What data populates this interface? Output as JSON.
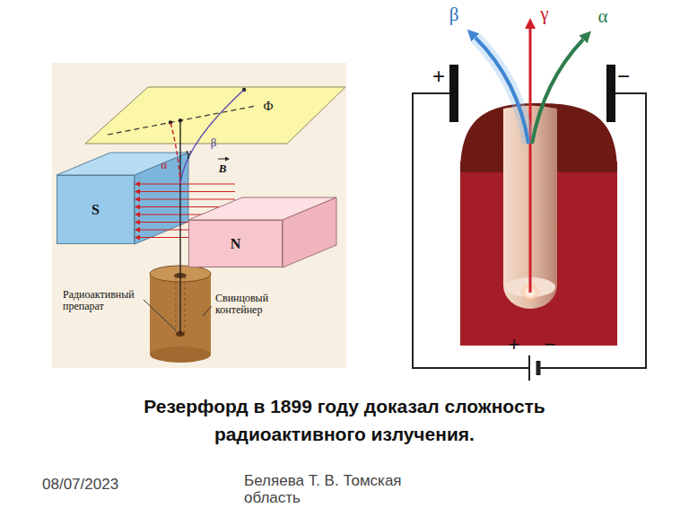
{
  "diagram": {
    "caption": "Резерфорд в 1899 году доказал сложность радиоактивного излучения.",
    "nodes": [
      {
        "text": [
          "S"
        ]
      },
      {
        "text": [
          "N"
        ]
      }
    ],
    "labels": [
      "Ф",
      "α",
      "γ",
      "β",
      "B",
      "Радиоактивный препарат",
      "Свинцовый контейнер",
      "β",
      "γ",
      "α",
      "+",
      "−",
      "+",
      "−",
      "08/07/2023",
      "Беляева Т. В. Томская область"
    ]
  }
}
